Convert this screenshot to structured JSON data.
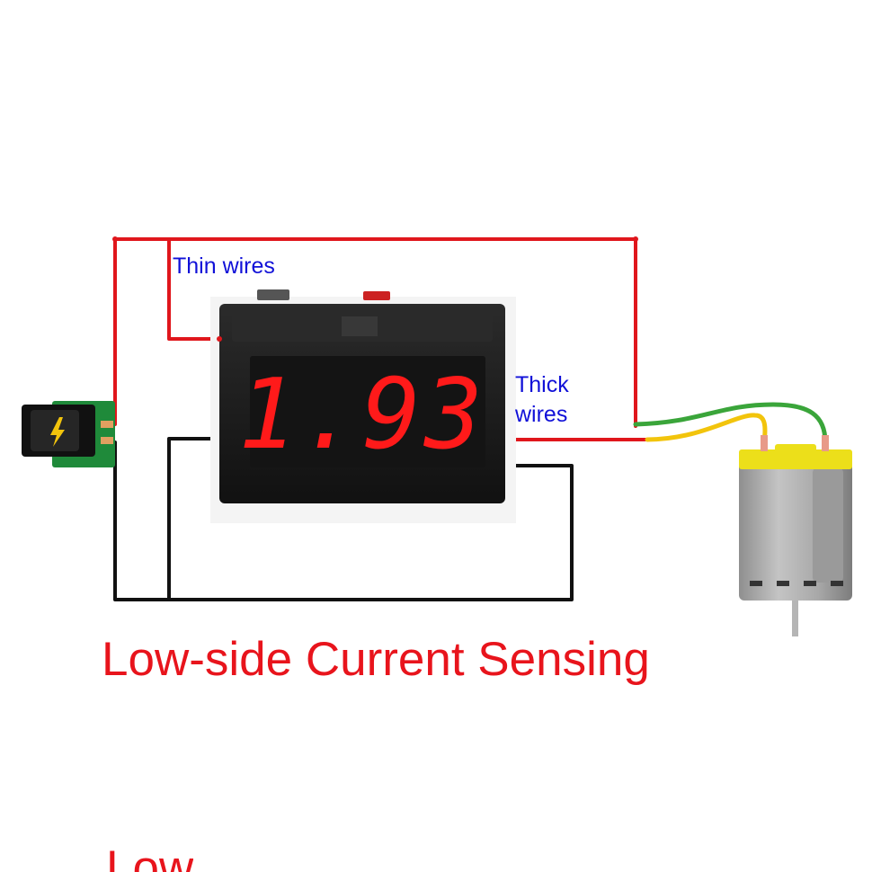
{
  "diagram": {
    "thin_wires_label": "Thin wires",
    "thick_wires_label": [
      "Thick",
      "wires"
    ],
    "meter_reading": "1.93",
    "title": "Low-side Current Sensing",
    "cut_text": "Low"
  },
  "colors": {
    "positive_wire": "#e0161c",
    "negative_wire": "#111111",
    "motor_wire_green": "#3aa53a",
    "motor_wire_yellow": "#f2c40c",
    "label_blue": "#1010d8",
    "title_red": "#e8141c",
    "display_digit": "#ff1a1a",
    "meter_body": "#1a1a1a",
    "motor_cap": "#ecdf1a",
    "pcb_green": "#1f8a3a"
  },
  "icons": {
    "power_jack": "power-jack-icon",
    "lightning": "lightning-icon",
    "meter": "voltmeter-icon",
    "motor": "dc-motor-icon"
  }
}
